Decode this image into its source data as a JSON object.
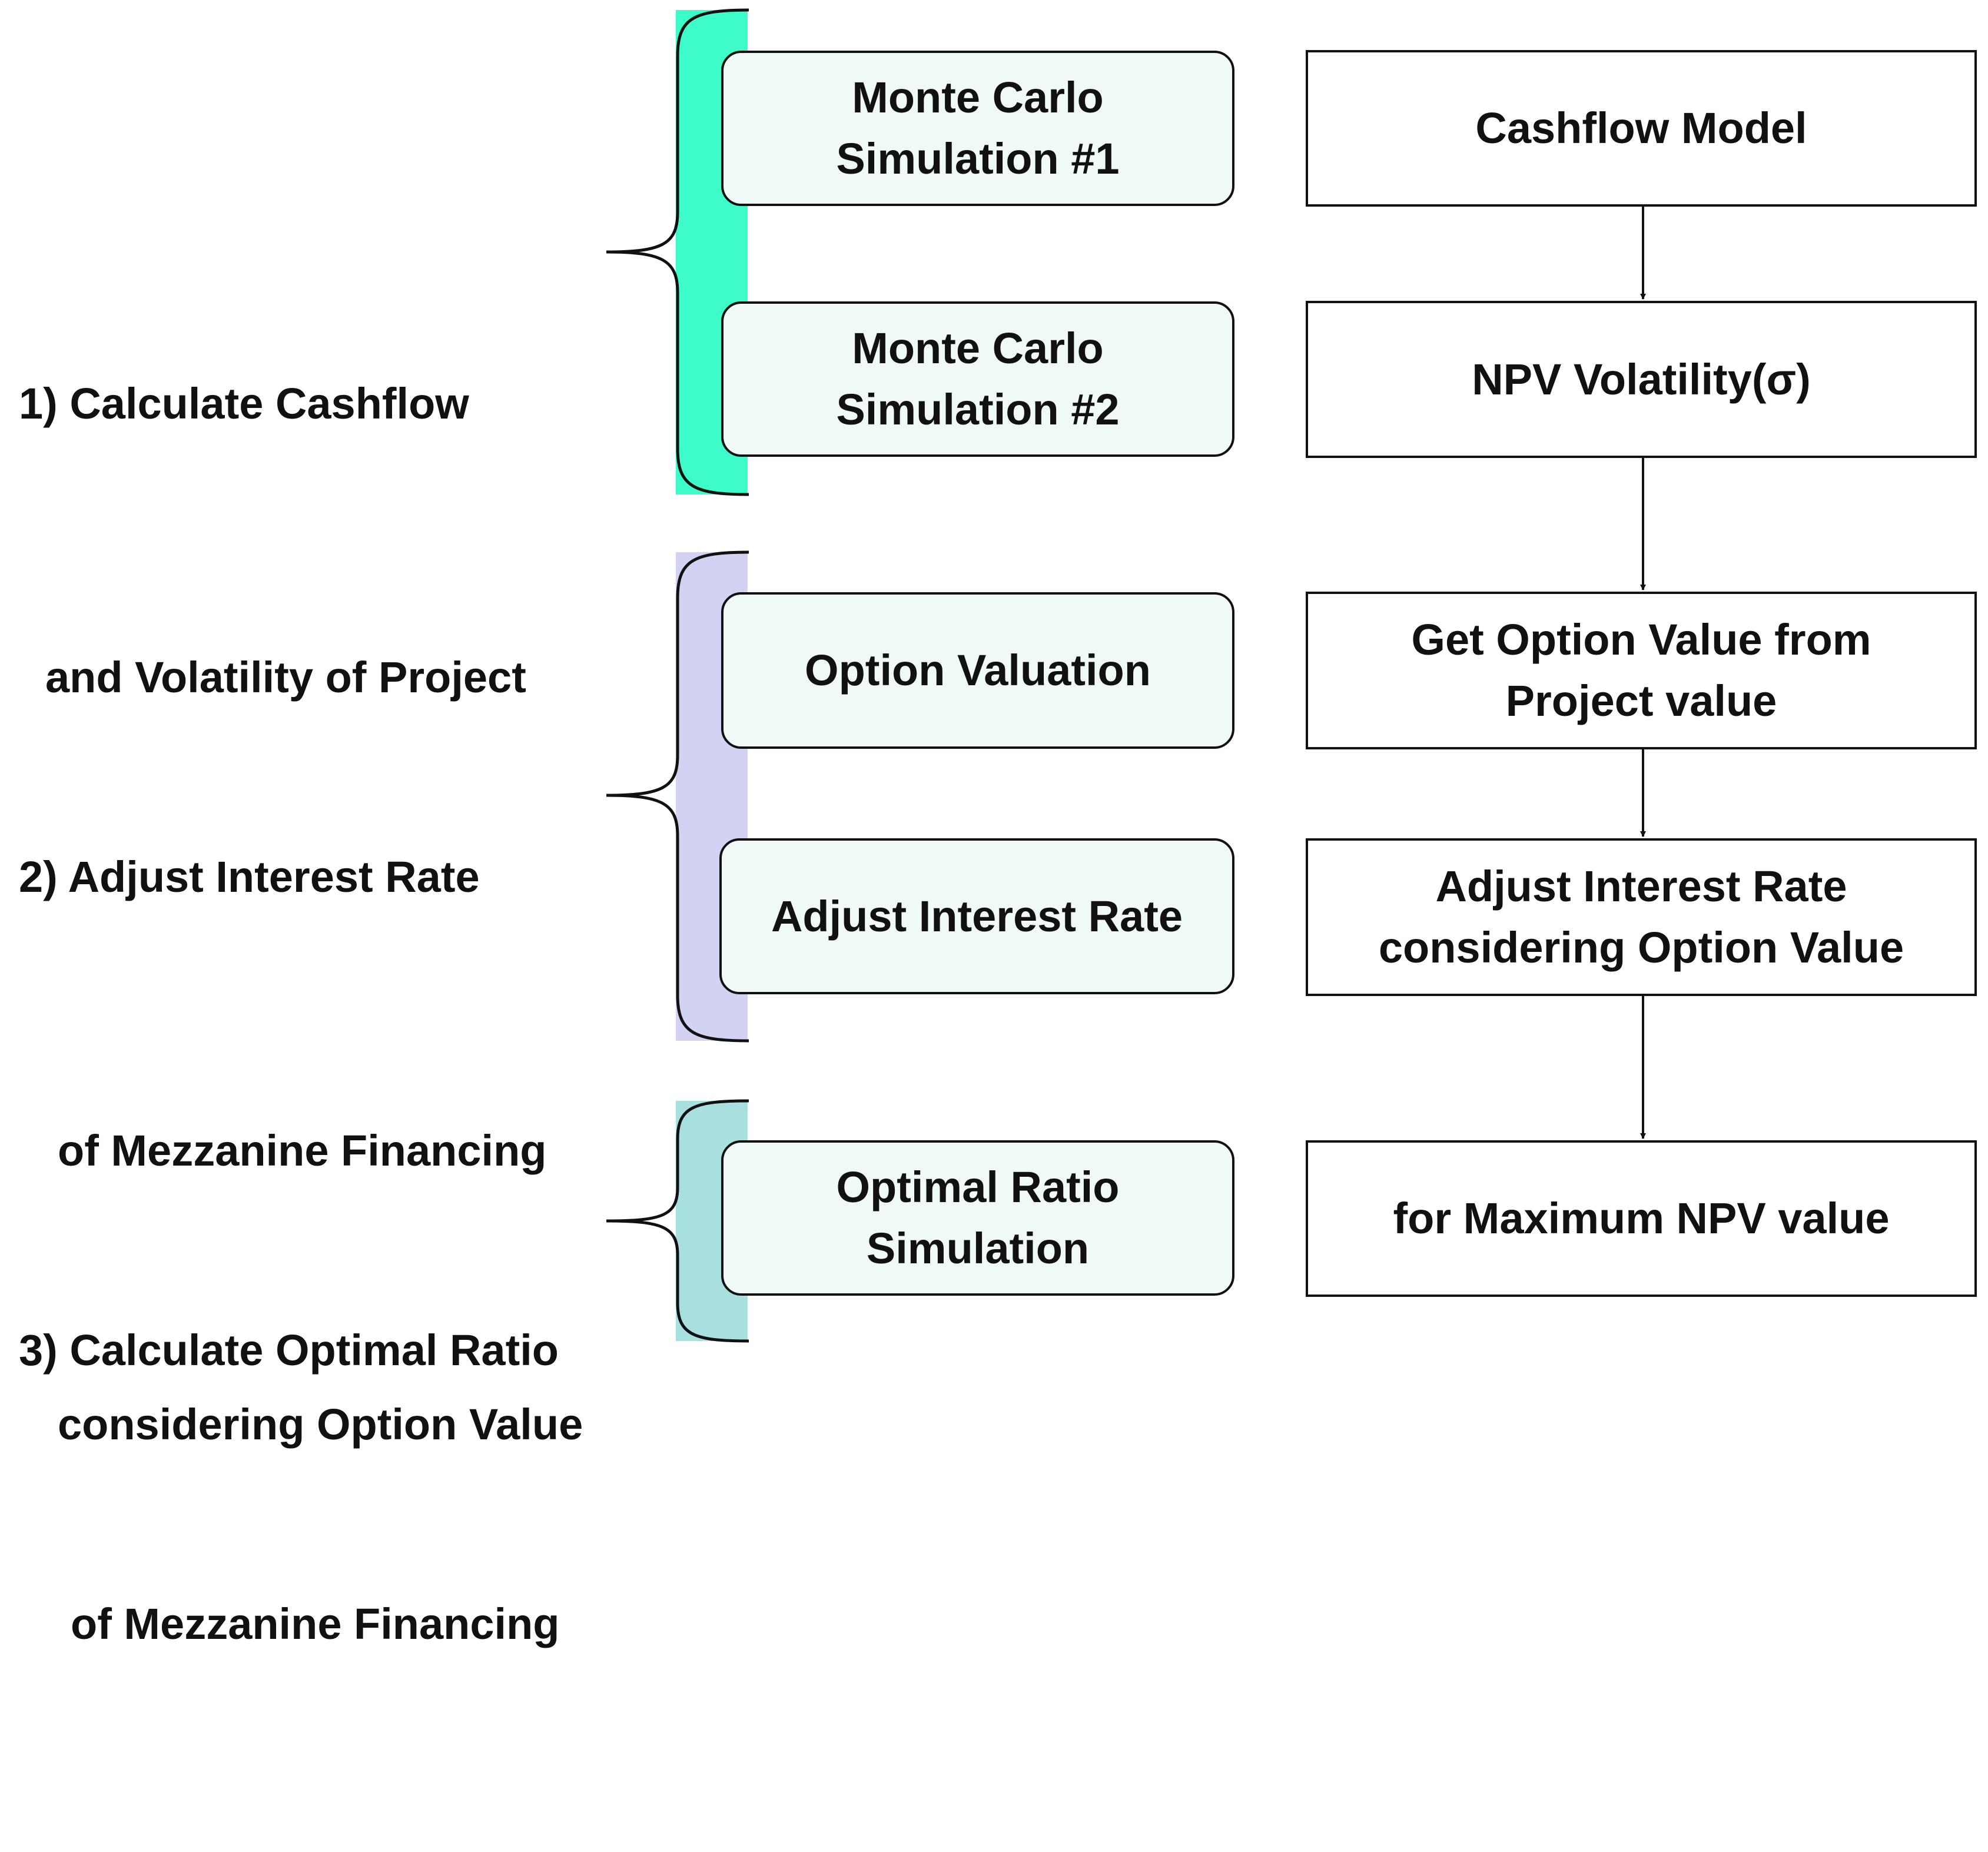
{
  "colors": {
    "stage1_bracket": "#3dfcca",
    "stage2_bracket": "#d2d2f2",
    "stage3_bracket": "#a8e0e0",
    "method_box_fill": "#eef9f8",
    "step_box_fill": "#ffffff",
    "stroke": "#111111"
  },
  "stages": [
    {
      "label_lines": [
        "1) Calculate Cashflow",
        "and Volatility of Project"
      ],
      "methods": [
        {
          "lines": [
            "Monte Carlo",
            "Simulation #1"
          ]
        },
        {
          "lines": [
            "Monte Carlo",
            "Simulation #2"
          ]
        }
      ]
    },
    {
      "label_lines": [
        "2) Adjust Interest Rate",
        "of Mezzanine Financing",
        "considering Option Value"
      ],
      "methods": [
        {
          "lines": [
            "Option Valuation"
          ]
        },
        {
          "lines": [
            "Adjust Interest Rate"
          ]
        }
      ]
    },
    {
      "label_lines": [
        "3) Calculate Optimal Ratio",
        "of Mezzanine Financing"
      ],
      "methods": [
        {
          "lines": [
            "Optimal Ratio",
            "Simulation"
          ]
        }
      ]
    }
  ],
  "steps": [
    {
      "lines": [
        "Cashflow Model"
      ]
    },
    {
      "lines": [
        "NPV Volatility(σ)"
      ]
    },
    {
      "lines": [
        "Get Option Value from",
        "Project value"
      ]
    },
    {
      "lines": [
        "Adjust Interest Rate",
        "considering Option Value"
      ]
    },
    {
      "lines": [
        "for Maximum NPV value"
      ]
    }
  ]
}
